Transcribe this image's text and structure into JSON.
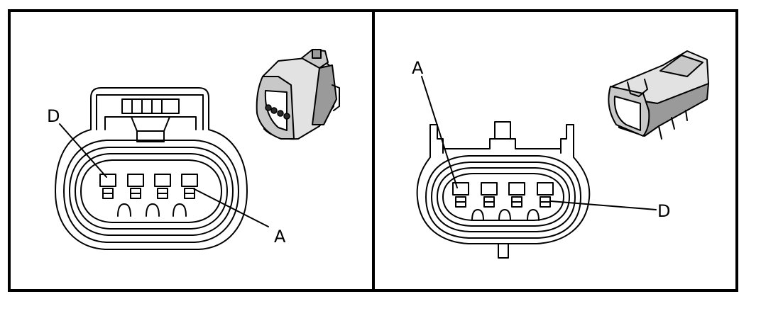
{
  "panels": [
    {
      "id": "left",
      "labels": {
        "first_pin": "D",
        "last_pin": "A"
      }
    },
    {
      "id": "right",
      "labels": {
        "first_pin": "A",
        "last_pin": "D"
      }
    }
  ]
}
